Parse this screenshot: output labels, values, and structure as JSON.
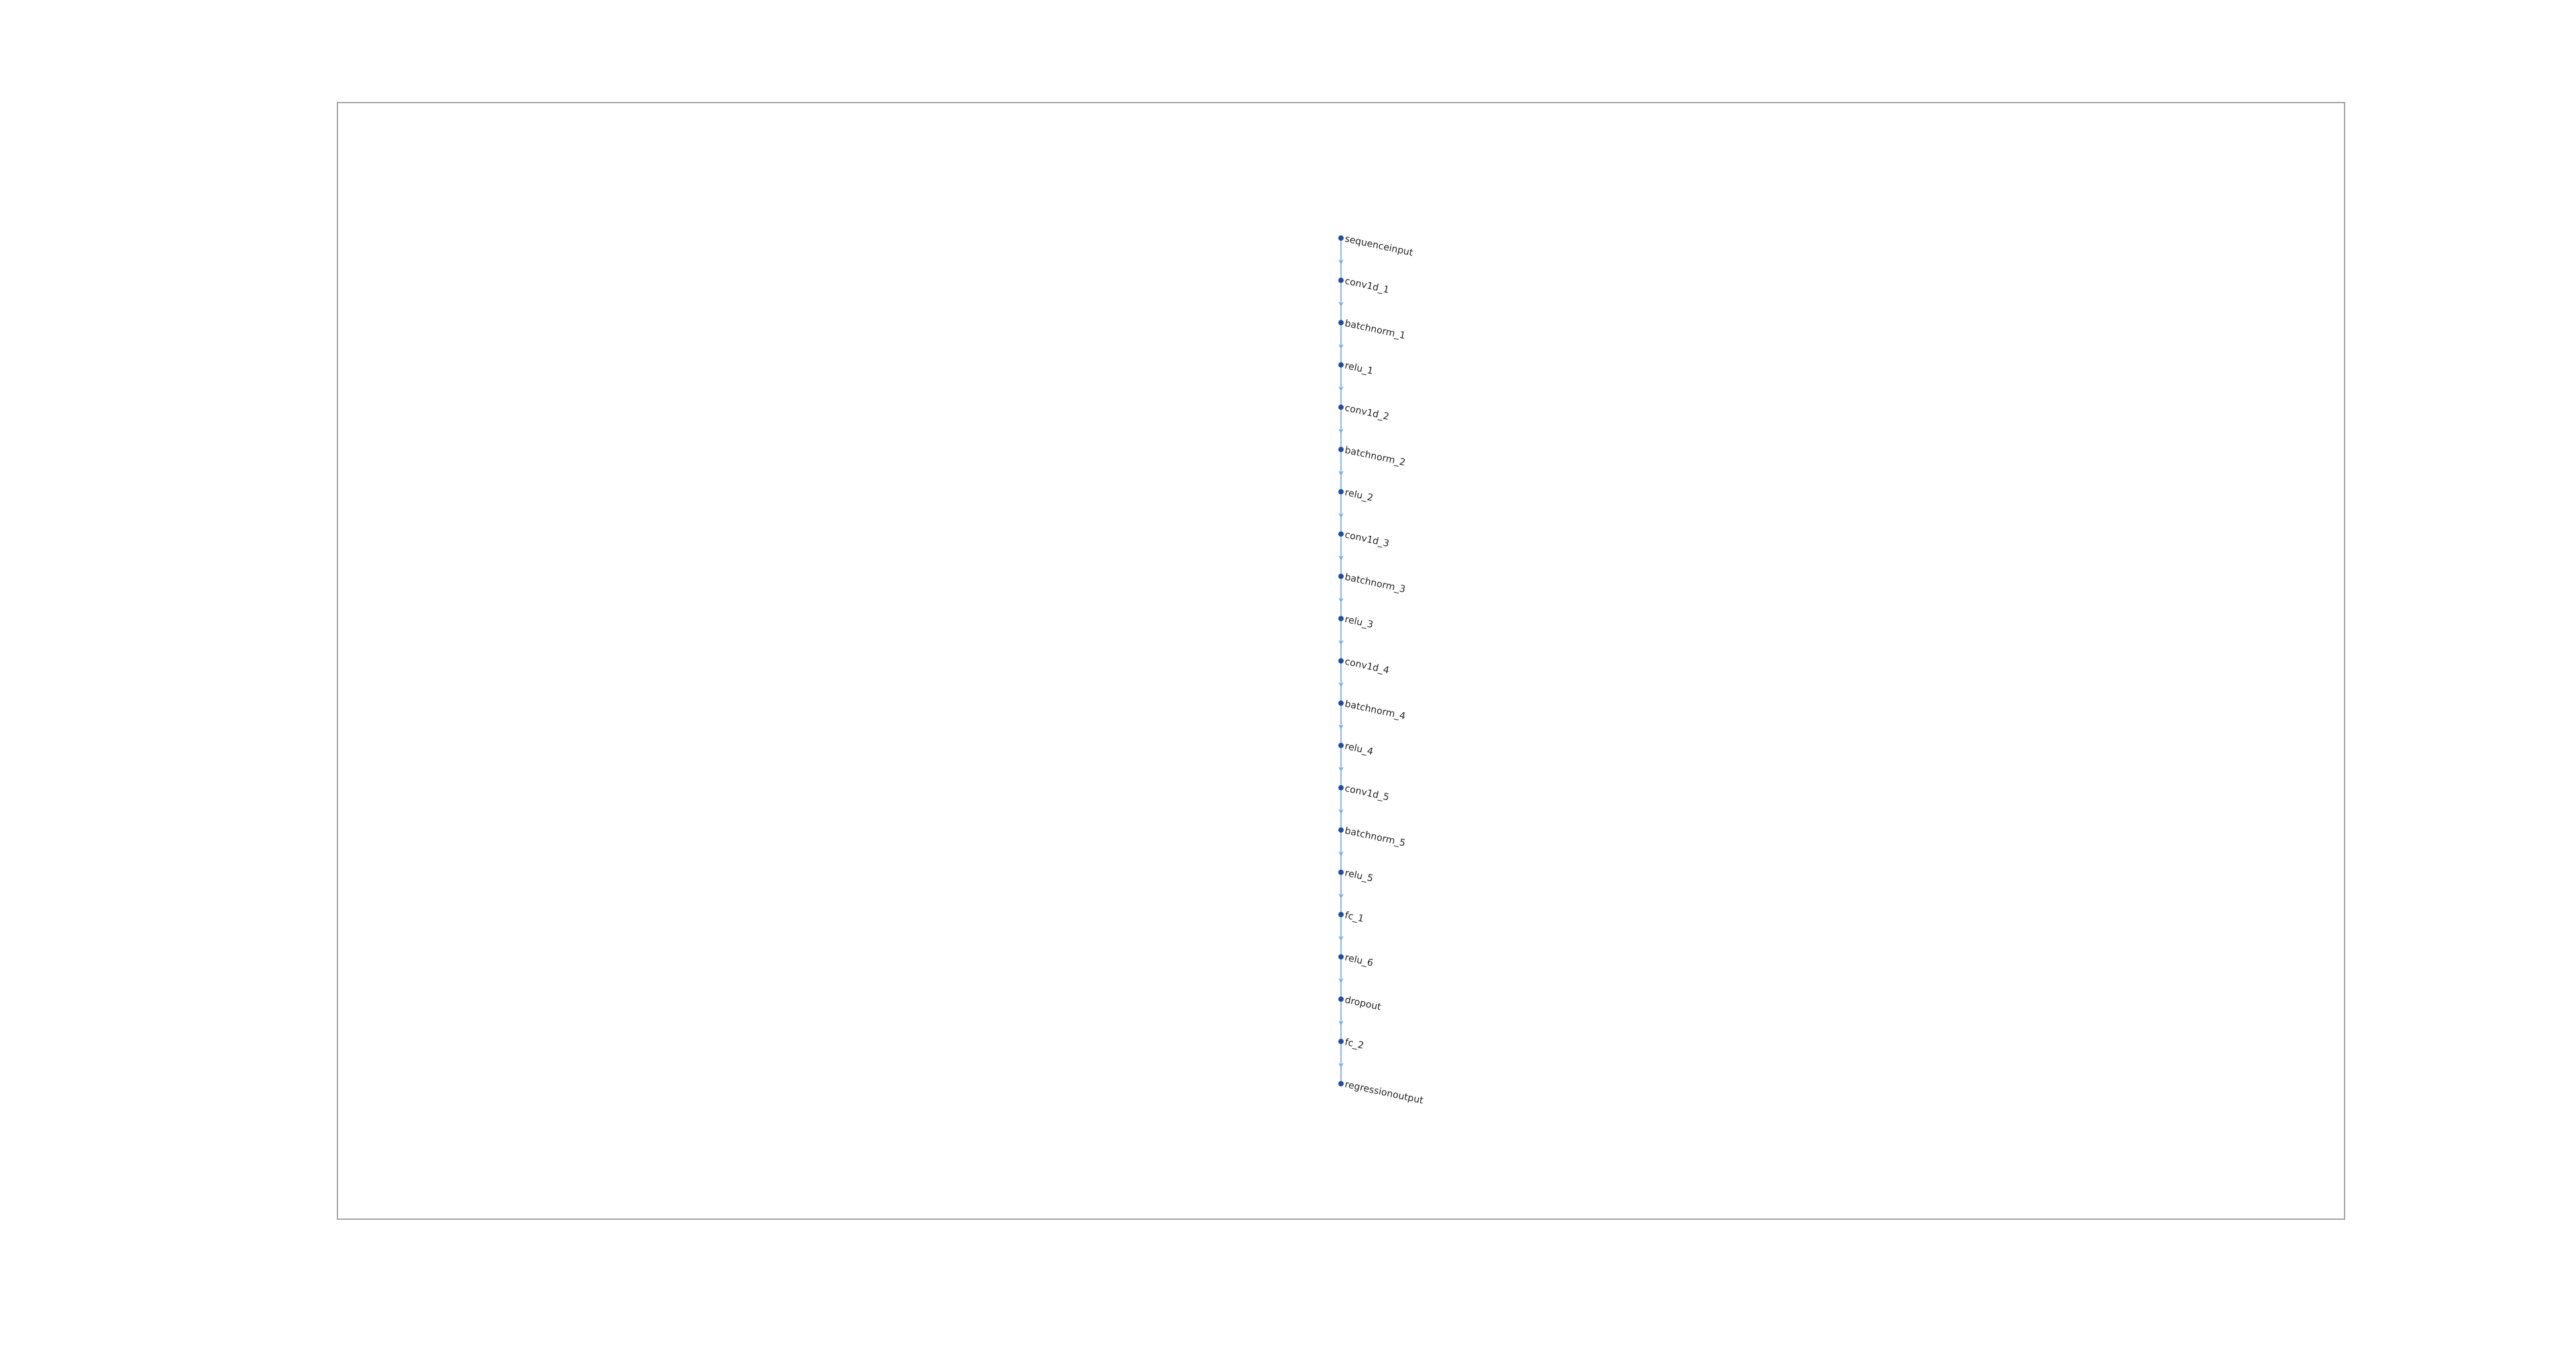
{
  "diagram": {
    "type": "layer-graph",
    "layout": "vertical chain, top to bottom",
    "colors": {
      "axes_border": "#a6a6a6",
      "edge": "#6fa8dc",
      "node": "#1f4e9c",
      "label": "#262626",
      "background": "#ffffff"
    },
    "nodes": [
      {
        "label": "sequenceinput"
      },
      {
        "label": "conv1d_1"
      },
      {
        "label": "batchnorm_1"
      },
      {
        "label": "relu_1"
      },
      {
        "label": "conv1d_2"
      },
      {
        "label": "batchnorm_2"
      },
      {
        "label": "relu_2"
      },
      {
        "label": "conv1d_3"
      },
      {
        "label": "batchnorm_3"
      },
      {
        "label": "relu_3"
      },
      {
        "label": "conv1d_4"
      },
      {
        "label": "batchnorm_4"
      },
      {
        "label": "relu_4"
      },
      {
        "label": "conv1d_5"
      },
      {
        "label": "batchnorm_5"
      },
      {
        "label": "relu_5"
      },
      {
        "label": "fc_1"
      },
      {
        "label": "relu_6"
      },
      {
        "label": "dropout"
      },
      {
        "label": "fc_2"
      },
      {
        "label": "regressionoutput"
      }
    ]
  }
}
